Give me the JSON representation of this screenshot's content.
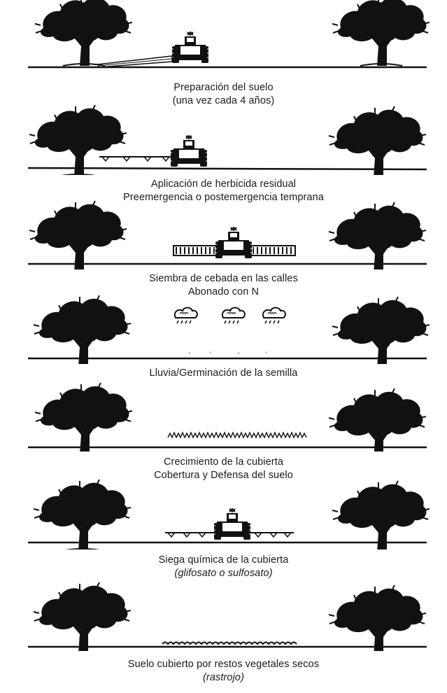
{
  "stages": [
    {
      "id": "soil-prep",
      "line1": "Preparación del suelo",
      "line2": "(una vez cada 4 años)",
      "line2_italic": false
    },
    {
      "id": "herbicide",
      "line1": "Aplicación de herbicida residual",
      "line2": "Preemergencia o postemergencia temprana",
      "line2_italic": false
    },
    {
      "id": "sowing",
      "line1": "Siembra de cebada en las calles",
      "line2": "Abonado con N",
      "line2_italic": false
    },
    {
      "id": "rain",
      "line1": "Lluvia/Germinación de la semilla",
      "line2": "",
      "line2_italic": false
    },
    {
      "id": "growth",
      "line1": "Crecimiento de la cubierta",
      "line2": "Cobertura y Defensa del suelo",
      "line2_italic": false
    },
    {
      "id": "mowing",
      "line1": "Siega química de la cubierta",
      "line2": "(glifosato o sulfosato)",
      "line2_italic": true
    },
    {
      "id": "stubble",
      "line1": "Suelo cubierto por restos vegetales secos",
      "line2": "(rastrojo)",
      "line2_italic": true
    }
  ]
}
